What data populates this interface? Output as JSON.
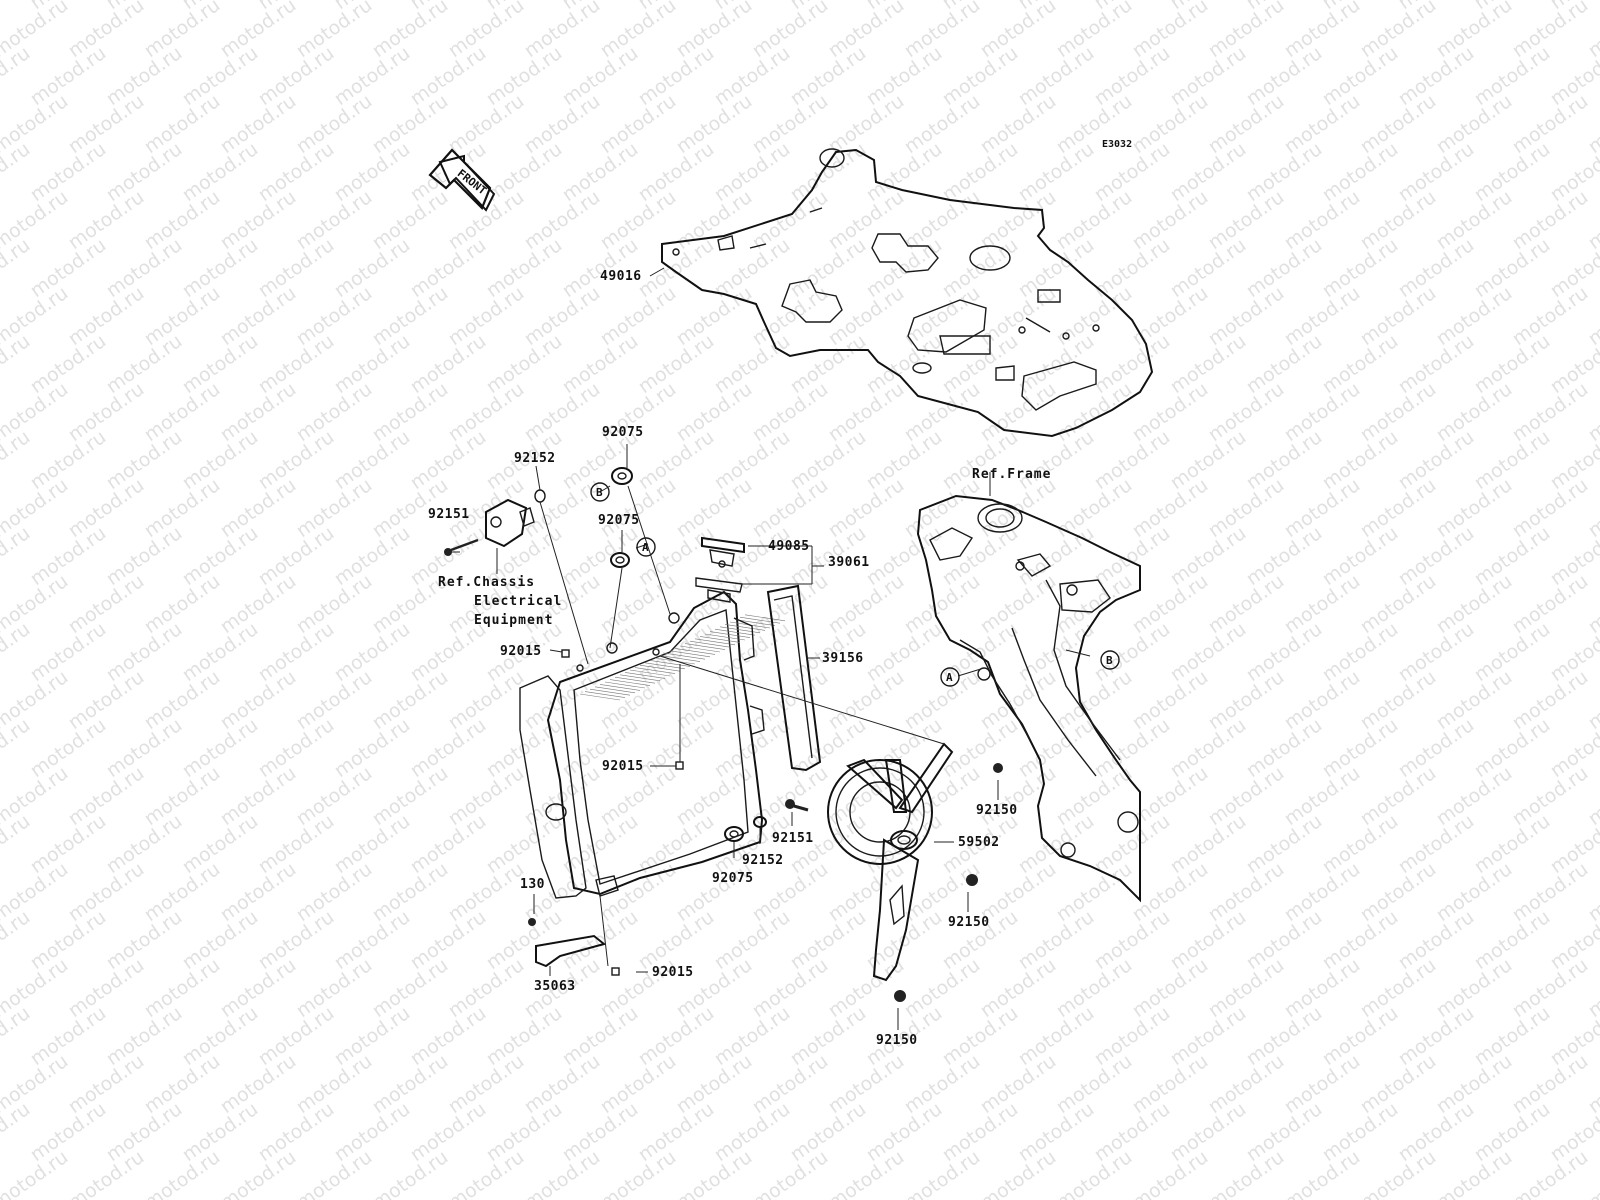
{
  "diagram": {
    "code": "E3032",
    "front_label": "FRONT",
    "watermark": "motod.ru",
    "parts": [
      {
        "id": "p49016",
        "label": "49016"
      },
      {
        "id": "p92075a",
        "label": "92075"
      },
      {
        "id": "p92152a",
        "label": "92152"
      },
      {
        "id": "p92151a",
        "label": "92151"
      },
      {
        "id": "p92075b",
        "label": "92075"
      },
      {
        "id": "p49085",
        "label": "49085"
      },
      {
        "id": "p39061",
        "label": "39061"
      },
      {
        "id": "p92015a",
        "label": "92015"
      },
      {
        "id": "p39156",
        "label": "39156"
      },
      {
        "id": "p92015b",
        "label": "92015"
      },
      {
        "id": "p92150a",
        "label": "92150"
      },
      {
        "id": "p92151b",
        "label": "92151"
      },
      {
        "id": "p92152b",
        "label": "92152"
      },
      {
        "id": "p59502",
        "label": "59502"
      },
      {
        "id": "p92075c",
        "label": "92075"
      },
      {
        "id": "p130",
        "label": "130"
      },
      {
        "id": "p92150b",
        "label": "92150"
      },
      {
        "id": "p35063",
        "label": "35063"
      },
      {
        "id": "p92015c",
        "label": "92015"
      },
      {
        "id": "p92150c",
        "label": "92150"
      }
    ],
    "refs": {
      "frame": "Ref.Frame",
      "chassis_line1": "Ref.Chassis",
      "chassis_line2": "Electrical",
      "chassis_line3": "Equipment"
    },
    "circle_markers": {
      "a": "A",
      "b": "B"
    }
  }
}
